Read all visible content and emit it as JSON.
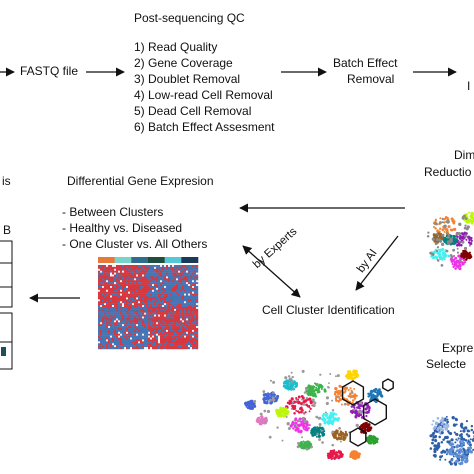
{
  "top": {
    "fastq_label": "FASTQ file",
    "qc_title": "Post-sequencing QC",
    "qc_steps": [
      "1) Read Quality",
      "2) Gene Coverage",
      "3) Doublet Removal",
      "4) Low-read Cell Removal",
      "5) Dead Cell Removal",
      "6) Batch Effect Assesment"
    ],
    "batch_label_line1": "Batch Effect",
    "batch_label_line2": "Removal",
    "cut_right_top": "I"
  },
  "left": {
    "cut_is": "is",
    "cut_b": "B"
  },
  "dge": {
    "title": "Differential Gene Expresion",
    "items": [
      "- Between Clusters",
      "- Healthy vs. Diseased",
      "- One Cluster vs. All Others"
    ],
    "heatmap_bar_colors": [
      "#e8793a",
      "#7ad3c8",
      "#2e6f8e",
      "#1f4e3d",
      "#56c7d6",
      "#1a3a5c"
    ],
    "heatmap_colors": {
      "high": "#d7373f",
      "low": "#4575b4",
      "mid": "#f4f2f0"
    }
  },
  "middle": {
    "by_experts": "by Experts",
    "by_ai": "by AI",
    "cluster_id": "Cell Cluster Identification"
  },
  "right": {
    "dim_line1": "Dim",
    "dim_line2": "Reductio",
    "expr_line1": "Expre",
    "expr_line2": "Selecte"
  }
}
